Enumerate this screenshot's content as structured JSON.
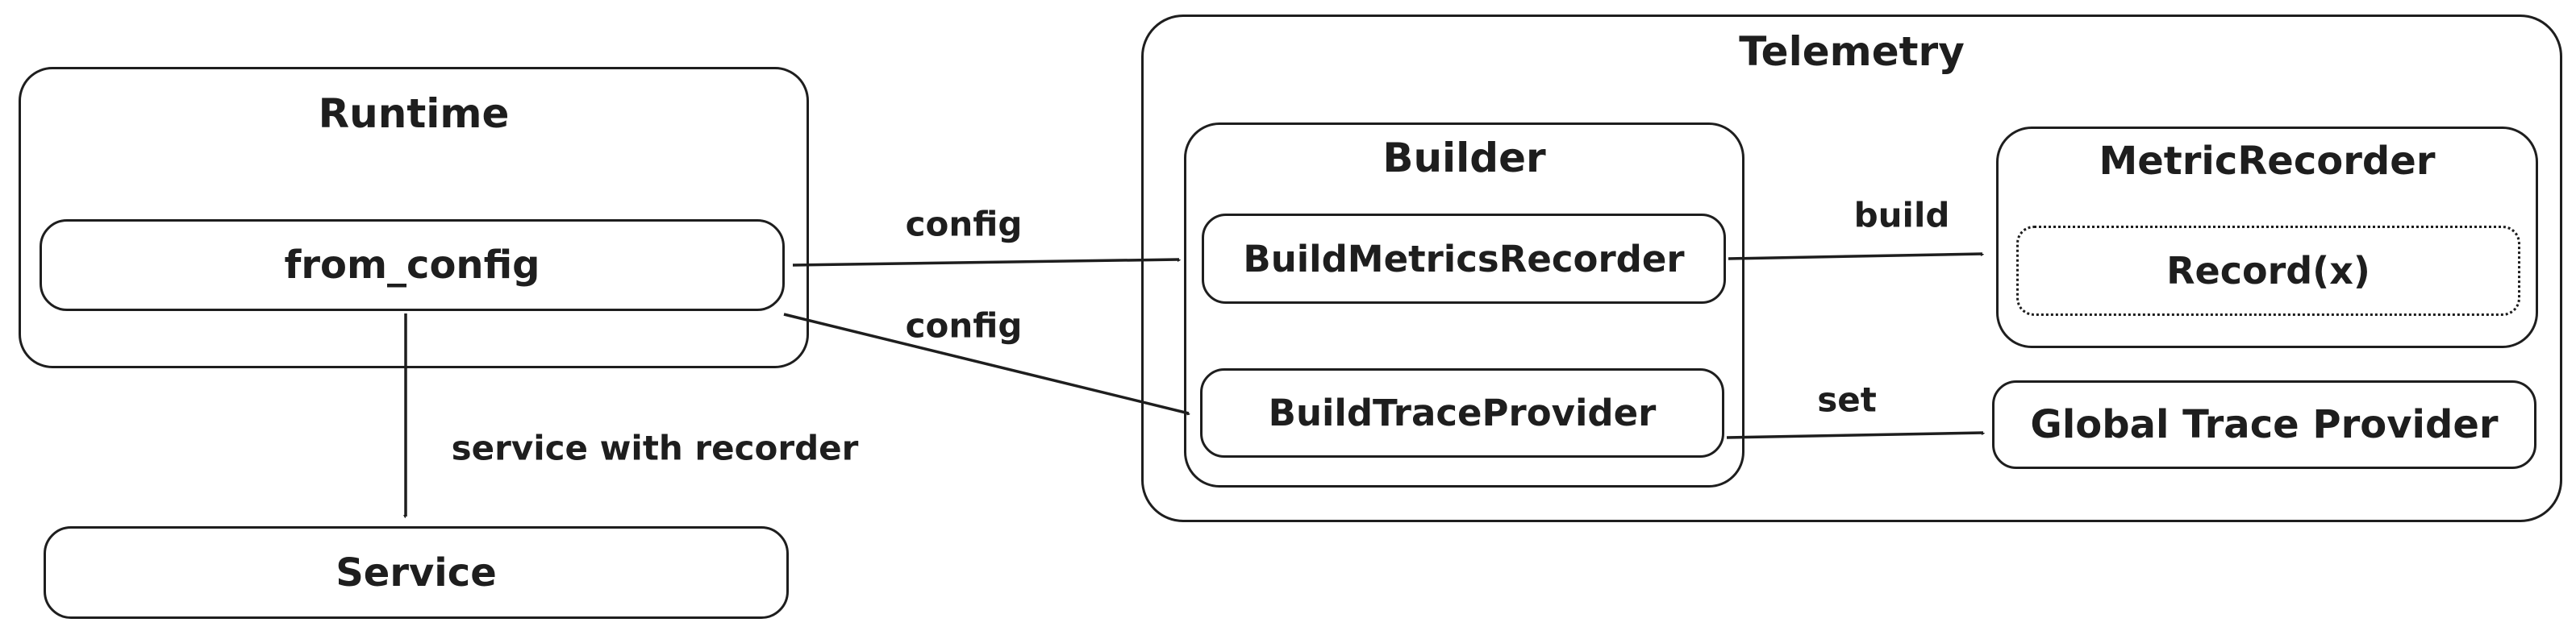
{
  "diagram": {
    "colors": {
      "stroke": "#1e1e1e",
      "background": "#ffffff"
    },
    "nodes": {
      "runtime": {
        "label": "Runtime"
      },
      "from_config": {
        "label": "from_config"
      },
      "service": {
        "label": "Service"
      },
      "telemetry": {
        "label": "Telemetry"
      },
      "builder": {
        "label": "Builder"
      },
      "build_metrics_recorder": {
        "label": "BuildMetricsRecorder"
      },
      "build_trace_provider": {
        "label": "BuildTraceProvider"
      },
      "metric_recorder": {
        "label": "MetricRecorder"
      },
      "record_x": {
        "label": "Record(x)"
      },
      "global_trace_provider": {
        "label": "Global Trace Provider"
      }
    },
    "edges": [
      {
        "from": "from_config",
        "to": "build_metrics_recorder",
        "label": "config"
      },
      {
        "from": "from_config",
        "to": "build_trace_provider",
        "label": "config"
      },
      {
        "from": "from_config",
        "to": "service",
        "label": "service with recorder"
      },
      {
        "from": "build_metrics_recorder",
        "to": "metric_recorder",
        "label": "build"
      },
      {
        "from": "build_trace_provider",
        "to": "global_trace_provider",
        "label": "set"
      }
    ]
  }
}
